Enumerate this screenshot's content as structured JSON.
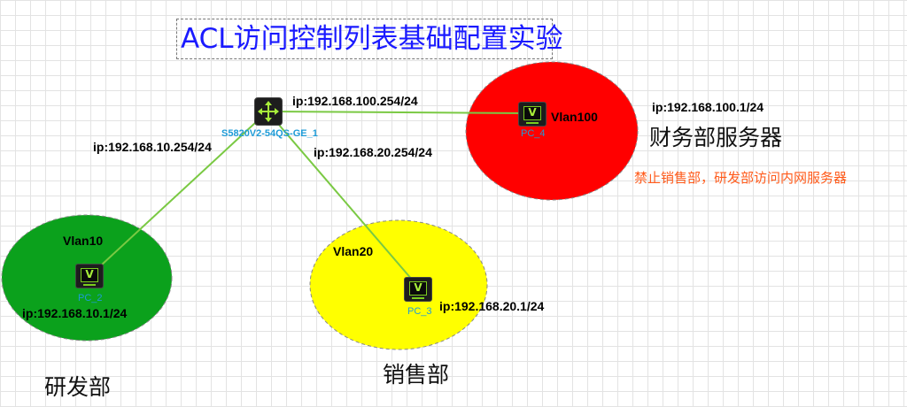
{
  "title": "ACL访问控制列表基础配置实验",
  "switch": {
    "name": "S5820V2-54QS-GE_1",
    "icon": "router-switch-icon"
  },
  "links": [
    {
      "ip": "ip:192.168.100.254/24"
    },
    {
      "ip": "ip:192.168.10.254/24"
    },
    {
      "ip": "ip:192.168.20.254/24"
    }
  ],
  "groups": {
    "finance": {
      "vlan": "Vlan100",
      "pc": "PC_4",
      "ip": "ip:192.168.100.1/24",
      "dept": "财务部服务器",
      "color": "#ff0000"
    },
    "rnd": {
      "vlan": "Vlan10",
      "pc": "PC_2",
      "ip": "ip:192.168.10.1/24",
      "dept": "研发部",
      "color": "#0ba11c"
    },
    "sales": {
      "vlan": "Vlan20",
      "pc": "PC_3",
      "ip": "ip:192.168.20.1/24",
      "dept": "销售部",
      "color": "#ffff00"
    }
  },
  "note": "禁止销售部，研发部访问内网服务器",
  "colors": {
    "link": "#7ac943",
    "pc_label": "#1e9bd7",
    "title": "#1a1aff",
    "note": "#ff5a1a"
  }
}
